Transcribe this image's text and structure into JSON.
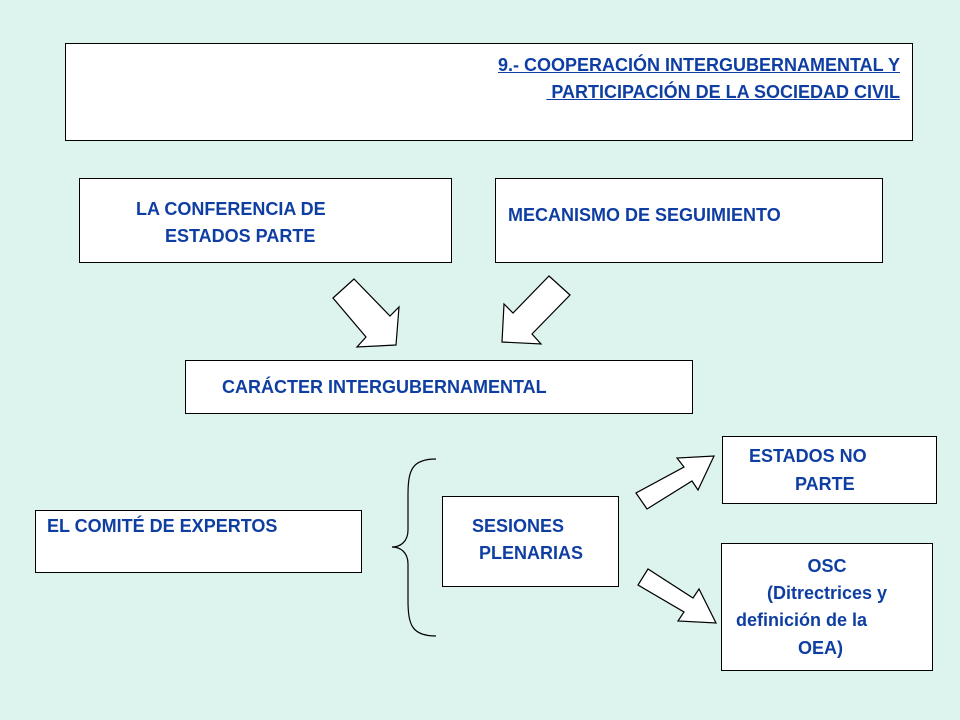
{
  "title": {
    "line1": "9.- COOPERACIÓN INTERGUBERNAMENTAL Y",
    "line2": " PARTICIPACIÓN DE LA SOCIEDAD CIVIL"
  },
  "nodes": {
    "conferencia": {
      "line1": "LA CONFERENCIA DE",
      "line2": "ESTADOS PARTE"
    },
    "mecanismo": {
      "label": "MECANISMO DE SEGUIMIENTO"
    },
    "caracter": {
      "label": "CARÁCTER INTERGUBERNAMENTAL"
    },
    "comite": {
      "label": "EL COMITÉ DE EXPERTOS"
    },
    "sesiones": {
      "line1": "SESIONES",
      "line2": "PLENARIAS"
    },
    "estados_no_parte": {
      "line1": "ESTADOS NO",
      "line2": "PARTE"
    },
    "osc": {
      "line1": "OSC",
      "line2": "(Ditrectrices y",
      "line3": "definición de la",
      "line4": "OEA)"
    }
  },
  "colors": {
    "background": "#dcf3ee",
    "text": "#0f3ea3",
    "box": "#ffffff",
    "border": "#000000"
  }
}
